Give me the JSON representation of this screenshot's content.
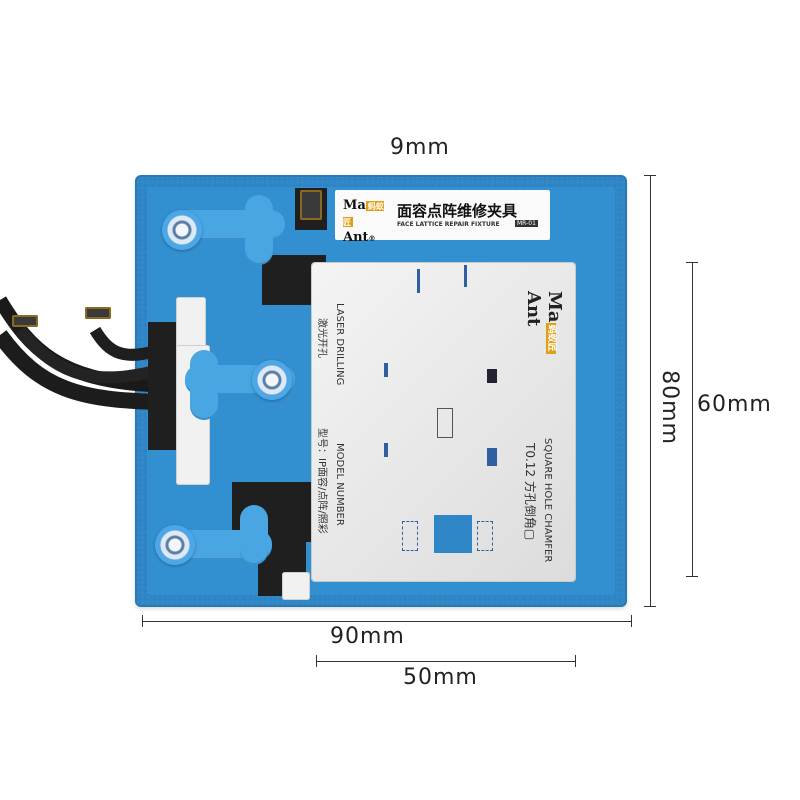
{
  "dimensions": {
    "top": "9mm",
    "right_outer": "80mm",
    "right_inner": "60mm",
    "bottom_outer": "90mm",
    "bottom_inner": "50mm"
  },
  "brand_card": {
    "logo_top": "Ma",
    "logo_badge": "蚂蚁匠",
    "logo_bottom": "Ant",
    "registered": "®",
    "title": "面容点阵维修夹具",
    "subtitle": "FACE LATTICE REPAIR FIXTURE",
    "model": "MR-01"
  },
  "stencil": {
    "logo_top": "Ma",
    "logo_badge": "蚂蚁匠",
    "logo_bottom": "Ant",
    "laser_en": "LASER DRILLING",
    "laser_cn": "激光开孔",
    "model_en": "MODEL NUMBER",
    "model_cn": "型号：IP面容/点阵/照彩",
    "chamfer_en": "SQUARE HOLE CHAMFER",
    "chamfer_cn": "T0.12 方孔倒角▢"
  },
  "colors": {
    "plate": "#2f86c6",
    "clamp": "#49a6e3",
    "stencil": "#e8e8e8"
  }
}
